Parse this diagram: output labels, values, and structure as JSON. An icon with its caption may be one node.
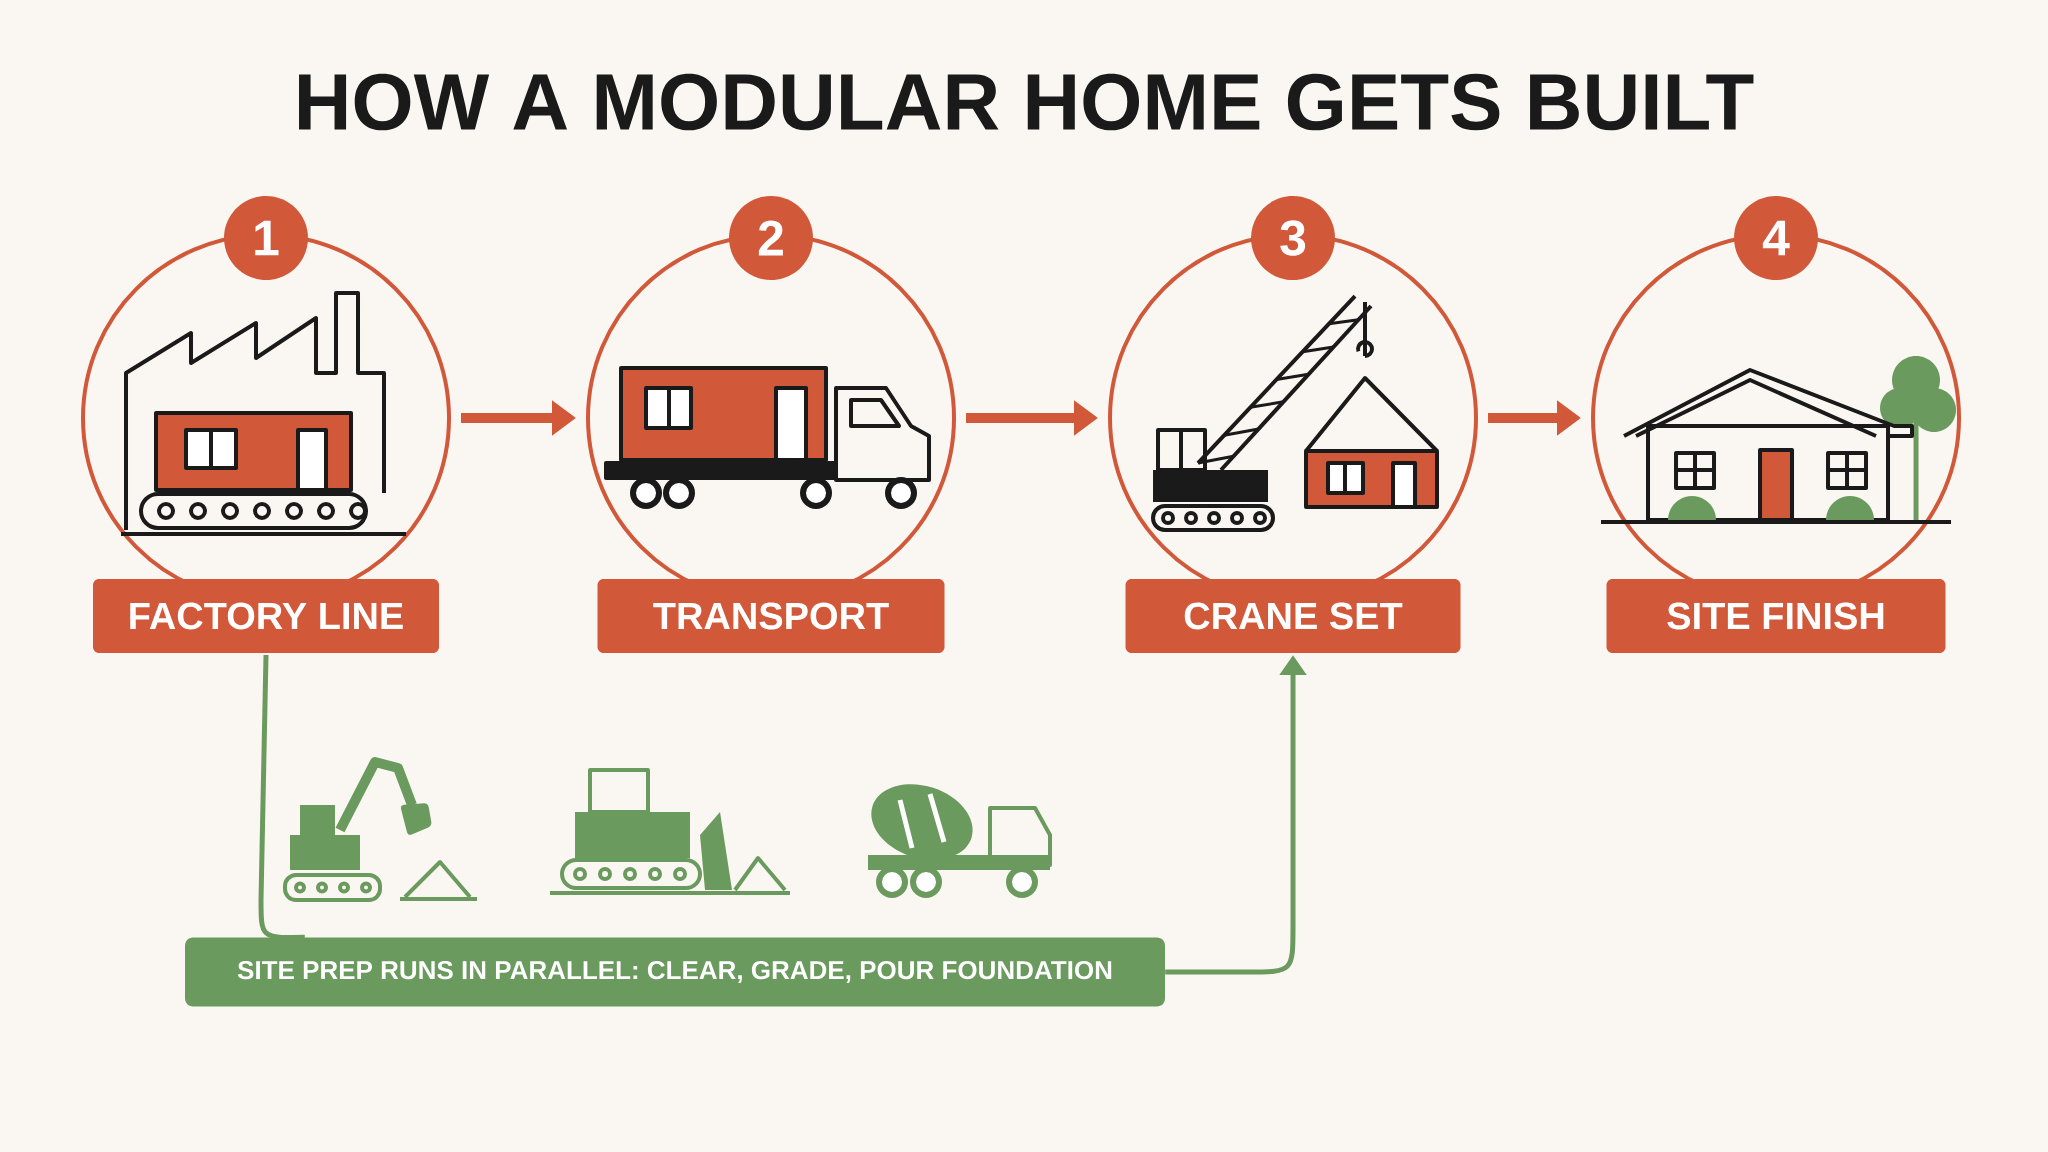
{
  "diagram": {
    "title": "HOW A MODULAR HOME GETS BUILT",
    "nodes": [
      {
        "text": [
          "1",
          "FACTORY LINE"
        ]
      },
      {
        "text": [
          "2",
          "TRANSPORT"
        ]
      },
      {
        "text": [
          "3",
          "CRANE SET"
        ]
      },
      {
        "text": [
          "4",
          "SITE FINISH"
        ]
      },
      {
        "text": [
          "SITE PREP RUNS IN PARALLEL: CLEAR, GRADE, POUR FOUNDATION"
        ]
      }
    ],
    "edges": [
      {
        "from": 0,
        "to": 1,
        "arrow": "to"
      },
      {
        "from": 1,
        "to": 2,
        "arrow": "to"
      },
      {
        "from": 2,
        "to": 3,
        "arrow": "to"
      },
      {
        "from": 0,
        "to": 4,
        "arrow": "none",
        "color": "#6b9a5e"
      },
      {
        "from": 4,
        "to": 2,
        "arrow": "to",
        "color": "#6b9a5e"
      }
    ]
  }
}
